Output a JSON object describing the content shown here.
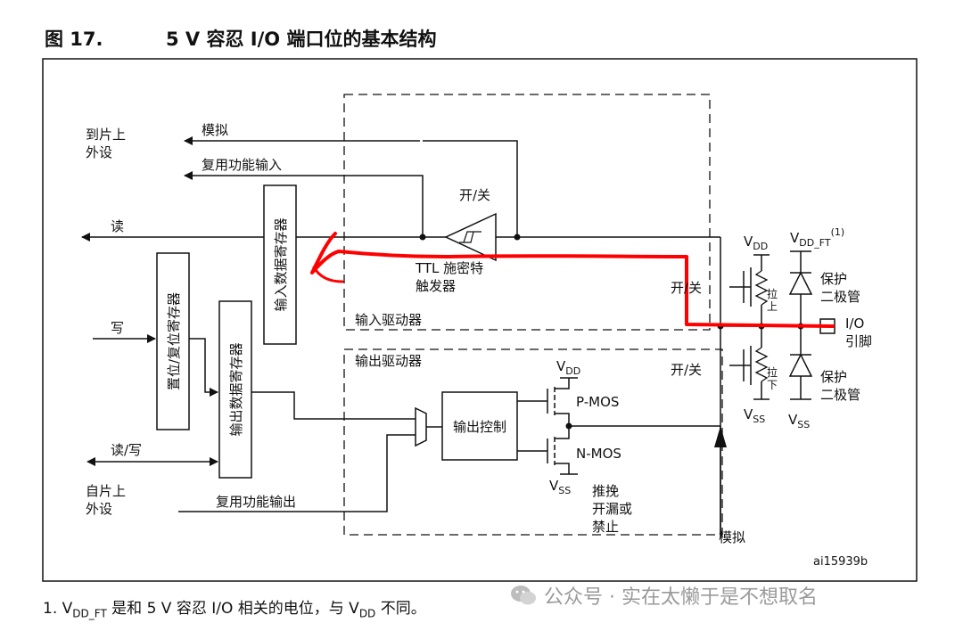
{
  "figure": {
    "number": "图 17.",
    "title": "5 V 容忍 I/O 端口位的基本结构"
  },
  "labels": {
    "to_peripheral": [
      "到片上",
      "外设"
    ],
    "from_peripheral": [
      "自片上",
      "外设"
    ],
    "analog_in": "模拟",
    "alt_func_in": "复用功能输入",
    "read": "读",
    "write": "写",
    "read_write": "读/写",
    "alt_func_out": "复用功能输出",
    "input_data_reg": "输入数据寄存器",
    "bsrr_reg": "置位/复位寄存器",
    "output_data_reg": "输出数据寄存器",
    "switch": "开/关",
    "ttl": [
      "TTL 施密特",
      "触发器"
    ],
    "input_driver": "输入驱动器",
    "output_driver": "输出驱动器",
    "output_control": "输出控制",
    "pmos": "P-MOS",
    "nmos": "N-MOS",
    "vdd": "V",
    "vdd_sub": "DD",
    "vss": "V",
    "vss_sub": "SS",
    "vdd_ft_sub": "DD_FT",
    "vdd_ft_sup": "(1)",
    "pull_up": [
      "拉",
      "上"
    ],
    "pull_down": [
      "拉",
      "下"
    ],
    "protect_diode": [
      "保护",
      "二极管"
    ],
    "io_pin": [
      "I/O",
      "引脚"
    ],
    "output_modes": [
      "推挽",
      "开漏或",
      "禁止"
    ],
    "analog_out": "模拟",
    "ref_id": "ai15939b"
  },
  "footnote": {
    "prefix": "1.   V",
    "sub1": "DD_FT",
    "mid": " 是和 5 V 容忍 I/O 相关的电位，与 V",
    "sub2": "DD",
    "suffix": " 不同。"
  },
  "watermark": "公众号 · 实在太懒于是不想取名",
  "colors": {
    "line": "#111111",
    "highlight": "#ff0000",
    "watermark": "#9a9a9a"
  }
}
